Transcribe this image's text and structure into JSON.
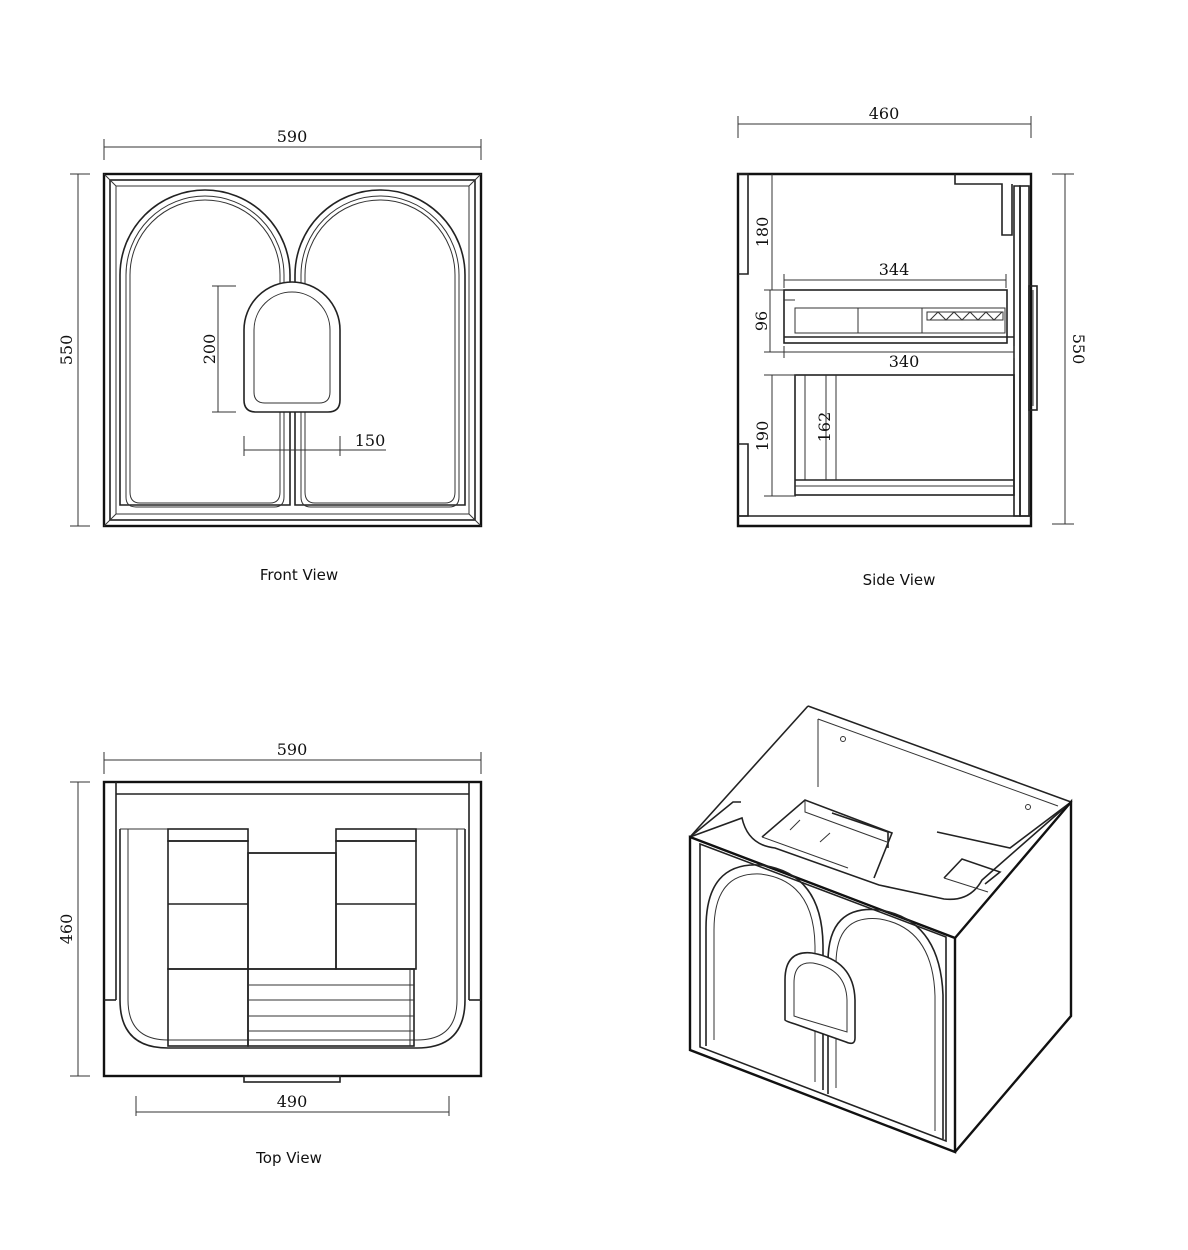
{
  "views": {
    "front": {
      "caption": "Front View",
      "width": "590",
      "height": "550",
      "handle_height": "200",
      "handle_offset": "150"
    },
    "side": {
      "caption": "Side View",
      "depth": "460",
      "height": "550",
      "top_gap": "180",
      "drawer_width": "344",
      "drawer_height": "96",
      "shelf_width": "340",
      "bottom_gap": "190",
      "bottom_drawer_height": "162"
    },
    "top": {
      "caption": "Top View",
      "width": "590",
      "depth": "460",
      "inner_width": "490"
    }
  }
}
